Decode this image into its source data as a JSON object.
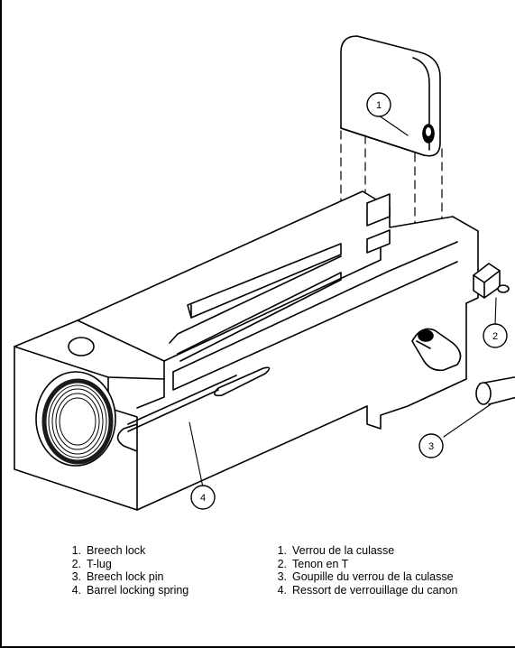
{
  "callouts": [
    {
      "number": "1",
      "target": "breech-lock"
    },
    {
      "number": "2",
      "target": "t-lug"
    },
    {
      "number": "3",
      "target": "breech-lock-pin"
    },
    {
      "number": "4",
      "target": "barrel-locking-spring"
    }
  ],
  "legend_english": [
    {
      "number": "1.",
      "text": "Breech lock"
    },
    {
      "number": "2.",
      "text": "T-lug"
    },
    {
      "number": "3.",
      "text": "Breech lock pin"
    },
    {
      "number": "4.",
      "text": "Barrel locking spring"
    }
  ],
  "legend_french": [
    {
      "number": "1.",
      "text": "Verrou de la culasse"
    },
    {
      "number": "2.",
      "text": "Tenon en T"
    },
    {
      "number": "3.",
      "text": "Goupille du verrou de la culasse"
    },
    {
      "number": "4.",
      "text": "Ressort de verrouillage du canon"
    }
  ],
  "colors": {
    "line": "#000000",
    "background": "#ffffff",
    "thread": "#1a1a1a"
  }
}
